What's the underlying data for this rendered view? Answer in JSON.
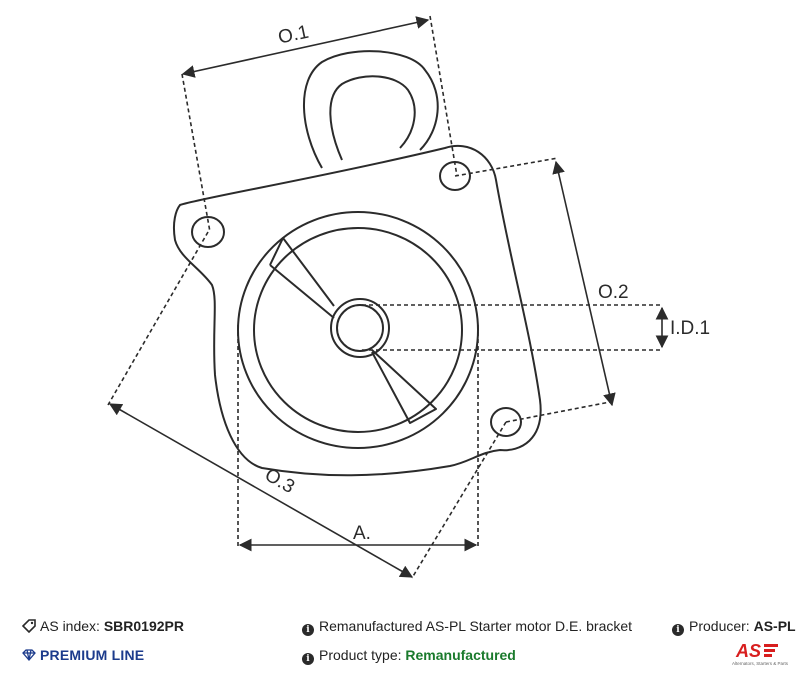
{
  "diagram": {
    "labels": {
      "o1": "O.1",
      "o2": "O.2",
      "o3": "O.3",
      "id1": "I.D.1",
      "a": "A."
    }
  },
  "footer": {
    "as_index_label": "AS index:",
    "as_index_value": "SBR0192PR",
    "description": "Remanufactured AS-PL Starter motor D.E. bracket",
    "producer_label": "Producer:",
    "producer_value": "AS-PL",
    "premium_line": "PREMIUM LINE",
    "product_type_label": "Product type:",
    "product_type_value": "Remanufactured"
  },
  "logo": {
    "text": "AS",
    "tagline": "Alternators, Starters & Parts",
    "color": "#d81e1e"
  },
  "colors": {
    "line": "#2b2b2b",
    "accent_green": "#1a7a2c",
    "premium_blue": "#1c3b8c"
  }
}
